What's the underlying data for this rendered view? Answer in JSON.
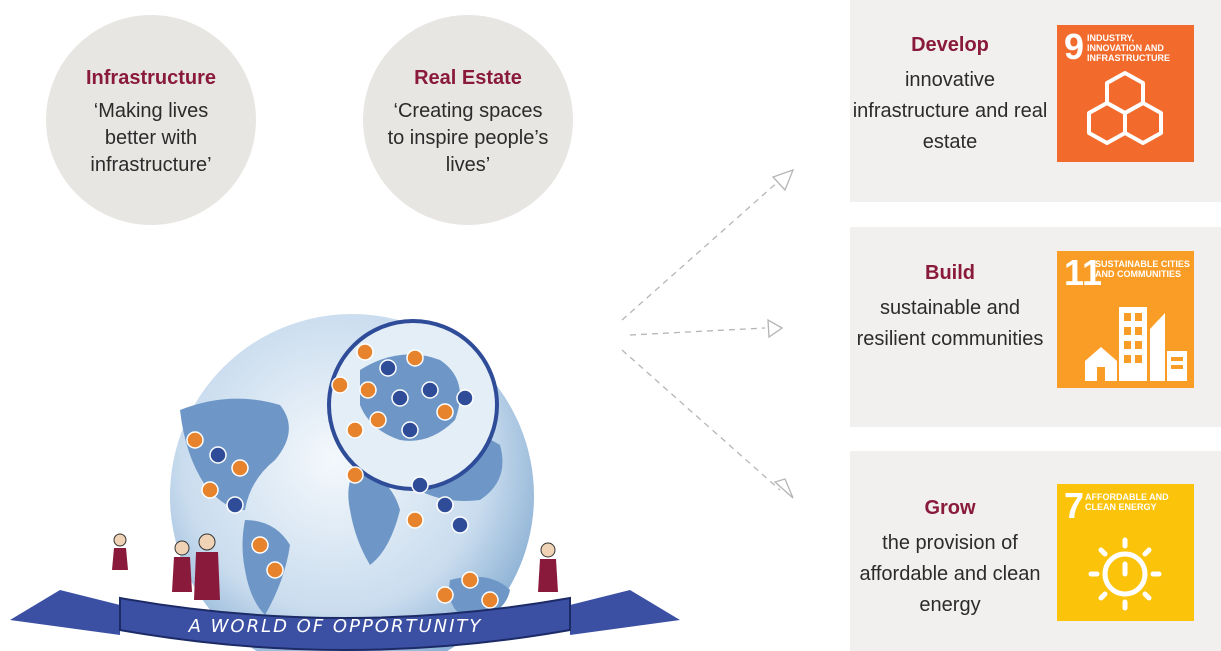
{
  "circles": [
    {
      "title": "Infrastructure",
      "subtitle": "‘Making lives better with infrastructure’"
    },
    {
      "title": "Real Estate",
      "subtitle": "‘Creating spaces to inspire people’s lives’"
    }
  ],
  "panels": [
    {
      "title": "Develop",
      "description": "innovative infrastructure and real estate",
      "sdg": {
        "number": "9",
        "title": "INDUSTRY, INNOVATION AND INFRASTRUCTURE",
        "color": "#f26a2c",
        "icon": "cubes-icon"
      }
    },
    {
      "title": "Build",
      "description": "sustainable and resilient communities",
      "sdg": {
        "number": "11",
        "title": "SUSTAINABLE CITIES AND COMMUNITIES",
        "color": "#f99d26",
        "icon": "city-buildings-icon"
      }
    },
    {
      "title": "Grow",
      "description": "the provision of affordable and clean energy",
      "sdg": {
        "number": "7",
        "title": "AFFORDABLE AND CLEAN ENERGY",
        "color": "#fcc30b",
        "icon": "sun-power-icon"
      }
    }
  ],
  "banner": {
    "text": "A WORLD OF OPPORTUNITY",
    "color": "#3b4fa3"
  },
  "colors": {
    "accent": "#8a1a3c",
    "circle_bg": "#e8e6e3",
    "panel_bg": "#f1f0ee"
  }
}
